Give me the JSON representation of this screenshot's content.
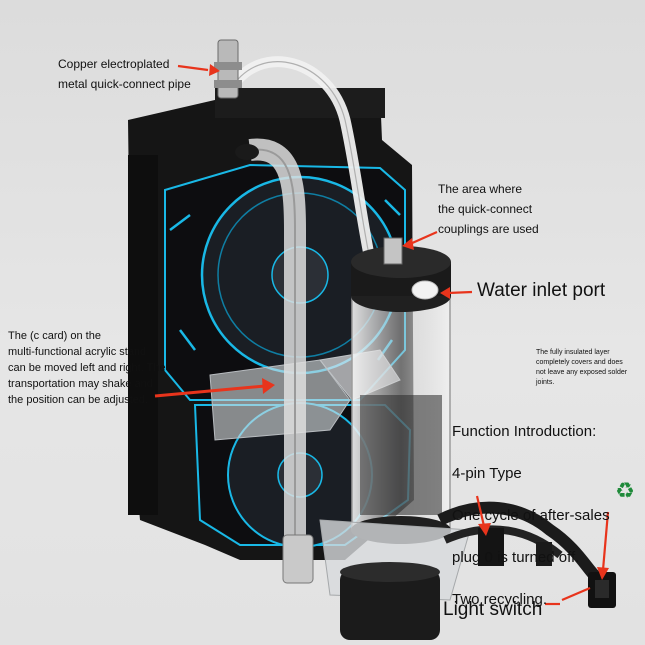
{
  "labels": {
    "copper_pipe": "Copper electroplated\nmetal quick-connect pipe",
    "coupling_area": "The area where\nthe quick-connect\ncouplings are used",
    "water_inlet": "Water inlet port",
    "c_card": "The (c card) on the\nmulti-functional acrylic stand\ncan be moved left and right. The\ntransportation may shake and\nthe position can be adjusted.",
    "insulated": "The fully insulated layer\ncompletely covers and does\nnot leave any exposed solder\njoints.",
    "function_lines": [
      "Function Introduction:",
      "4-pin Type",
      "One cycle of after-sales",
      "plug 0 is turned off.",
      "Two recycling."
    ],
    "light_switch": "Light switch"
  },
  "icons": {
    "recycle": "recycle-icon"
  },
  "colors": {
    "background": "#e0e0e0",
    "fan_glow": "#19b8e6",
    "arrow": "#e8341c",
    "frame": "#151515"
  }
}
